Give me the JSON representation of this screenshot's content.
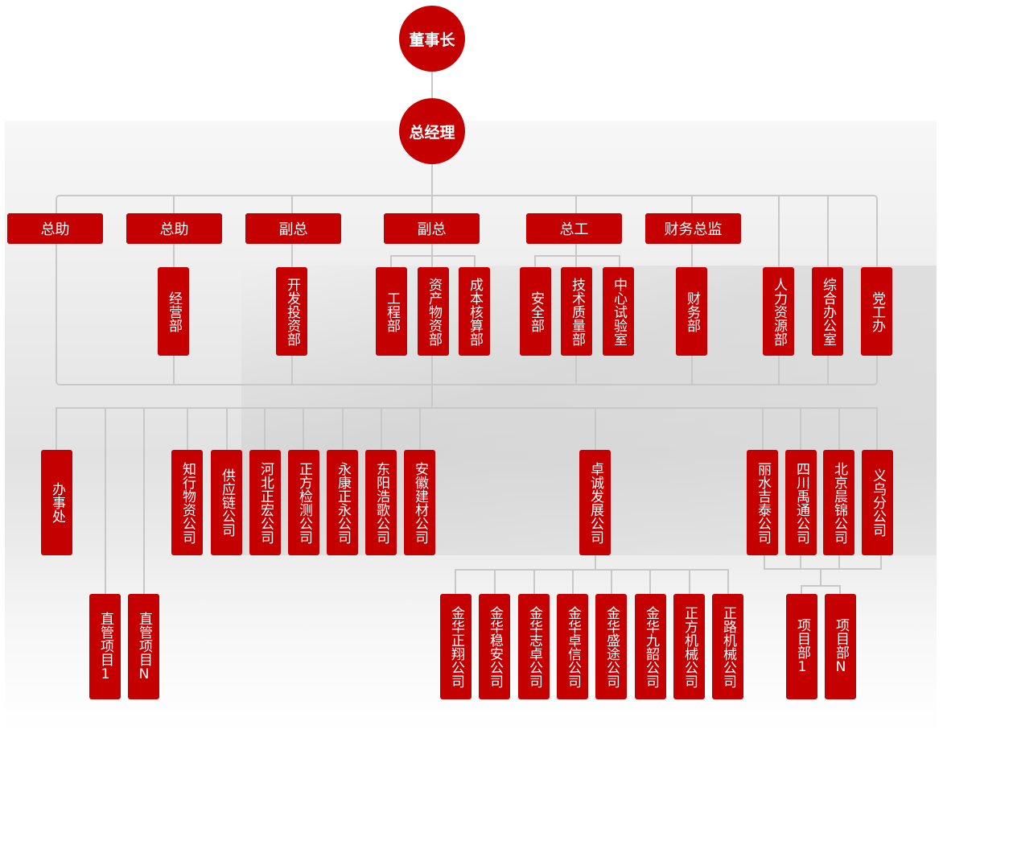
{
  "colors": {
    "node": "#c40000",
    "line": "#c8c8c8",
    "text": "#ffffff"
  },
  "top": {
    "chairman": "董事长",
    "gm": "总经理"
  },
  "level2": [
    "总助",
    "总助",
    "副总",
    "副总",
    "总工",
    "财务总监"
  ],
  "level3": [
    "经营部",
    "开发投资部",
    "工程部",
    "资产物资部",
    "成本核算部",
    "安全部",
    "技术质量部",
    "中心试验室",
    "财务部",
    "人力资源部",
    "综合办公室",
    "党工办"
  ],
  "level4": [
    "办事处",
    "知行物资公司",
    "供应链公司",
    "河北正宏公司",
    "正方检测公司",
    "永康正永公司",
    "东阳浩歌公司",
    "安徽建材公司",
    "卓诚发展公司",
    "丽水吉泰公司",
    "四川禹通公司",
    "北京晨锦公司",
    "义乌分公司"
  ],
  "direct_projects": [
    "直管项目1",
    "直管项目N"
  ],
  "zhuocheng_subs": [
    "金华正翔公司",
    "金华稳安公司",
    "金华志卓公司",
    "金华卓信公司",
    "金华盛途公司",
    "金华九韶公司",
    "正方机械公司",
    "正路机械公司"
  ],
  "project_depts": [
    "项目部1",
    "项目部N"
  ]
}
